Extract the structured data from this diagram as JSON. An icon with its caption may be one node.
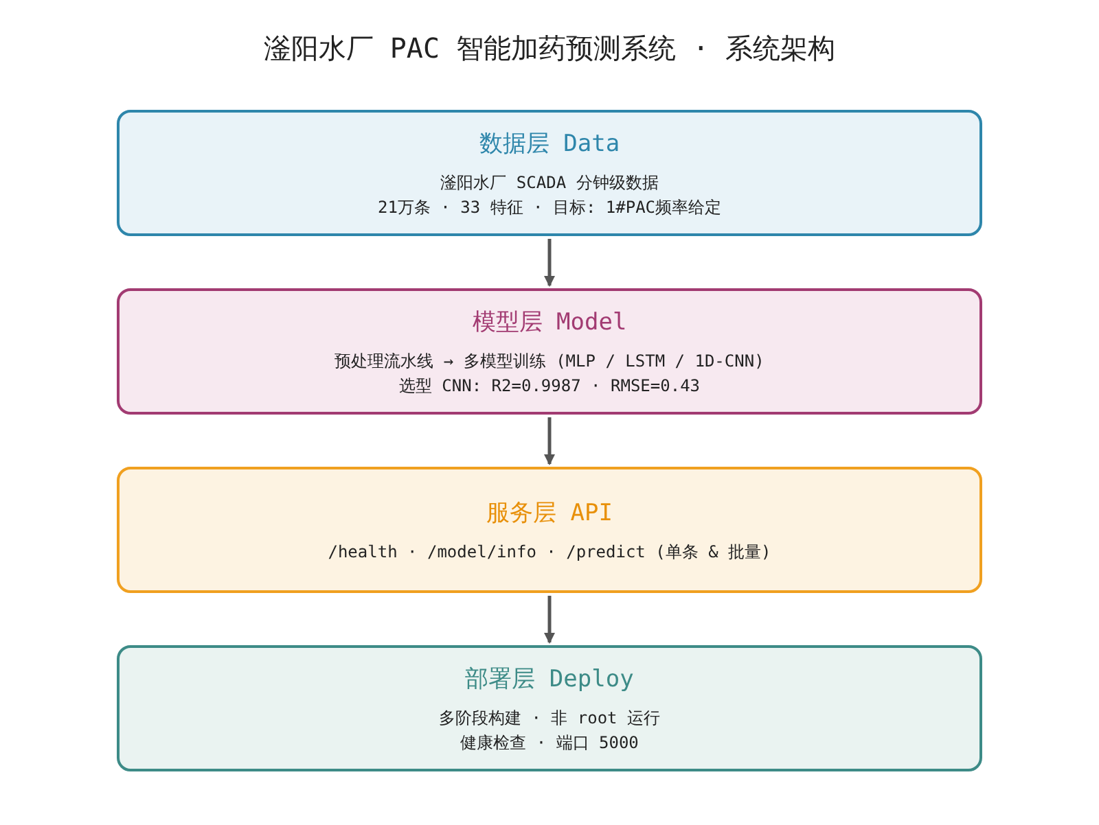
{
  "diagram": {
    "title": "滏阳水厂 PAC 智能加药预测系统 · 系统架构",
    "nodes": [
      {
        "text": [
          "数据层 Data",
          "滏阳水厂 SCADA 分钟级数据",
          "21万条 · 33 特征 · 目标: 1#PAC频率给定"
        ]
      },
      {
        "text": [
          "模型层 Model",
          "预处理流水线 → 多模型训练 (MLP / LSTM / 1D-CNN)",
          "选型 CNN: R2=0.9987 · RMSE=0.43"
        ]
      },
      {
        "text": [
          "服务层 API",
          "/health · /model/info · /predict (单条 & 批量)"
        ]
      },
      {
        "text": [
          "部署层 Deploy",
          "多阶段构建 · 非 root 运行",
          "健康检查 · 端口 5000"
        ]
      }
    ],
    "edges": [
      {
        "from": 0,
        "to": 1,
        "arrow": "to"
      },
      {
        "from": 1,
        "to": 2,
        "arrow": "to"
      },
      {
        "from": 2,
        "to": 3,
        "arrow": "to"
      }
    ]
  }
}
